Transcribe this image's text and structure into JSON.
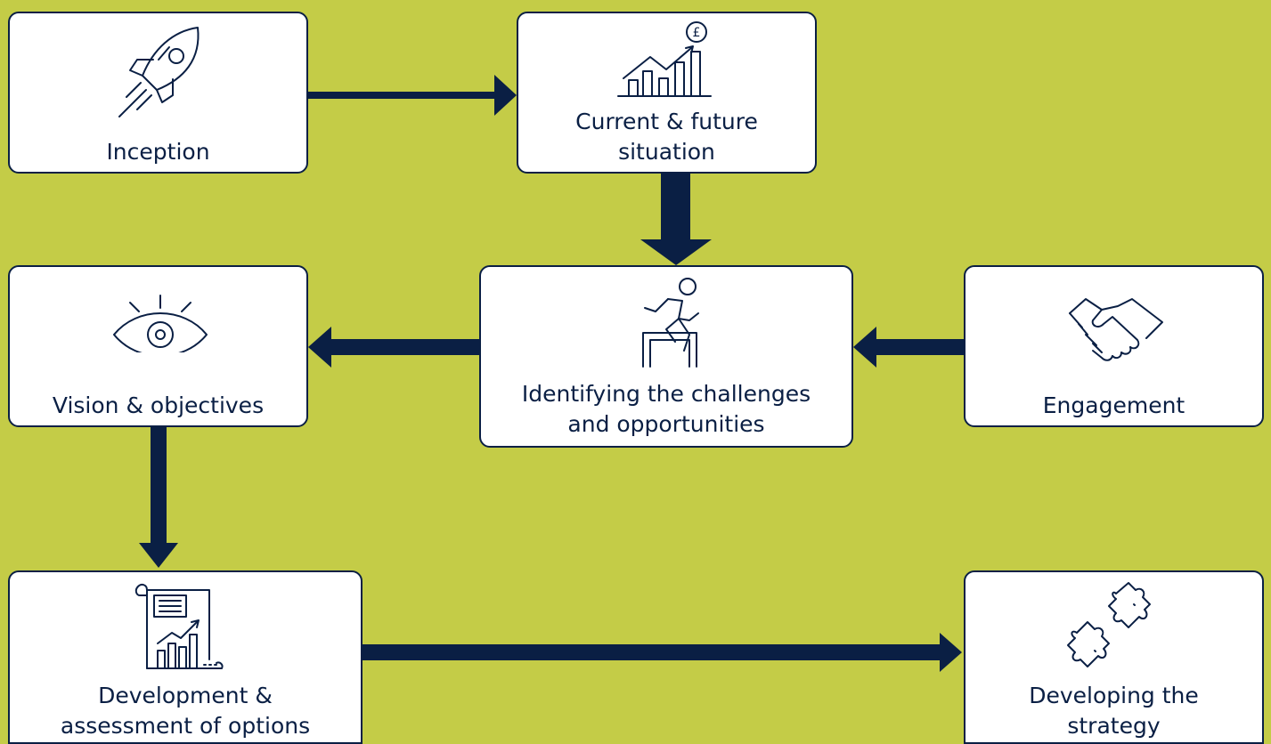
{
  "colors": {
    "background": "#c4cc47",
    "box_fill": "#ffffff",
    "navy": "#0a1f44"
  },
  "steps": {
    "inception": {
      "label": "Inception",
      "icon": "rocket-icon"
    },
    "current_future": {
      "label_line1": "Current & future",
      "label_line2": "situation",
      "icon": "growth-chart-pound-icon",
      "icon_symbol": "£"
    },
    "challenges": {
      "label_line1": "Identifying the challenges",
      "label_line2": "and opportunities",
      "icon": "hurdle-runner-icon"
    },
    "engagement": {
      "label": "Engagement",
      "icon": "handshake-icon"
    },
    "vision": {
      "label": "Vision & objectives",
      "icon": "eye-icon"
    },
    "development": {
      "label_line1": "Development &",
      "label_line2": "assessment of options",
      "icon": "report-chart-document-icon"
    },
    "strategy": {
      "label_line1": "Developing the",
      "label_line2": "strategy",
      "icon": "puzzle-pieces-icon"
    }
  },
  "connections": [
    {
      "from": "Inception",
      "to": "Current & future situation"
    },
    {
      "from": "Current & future situation",
      "to": "Identifying the challenges and opportunities"
    },
    {
      "from": "Engagement",
      "to": "Identifying the challenges and opportunities"
    },
    {
      "from": "Identifying the challenges and opportunities",
      "to": "Vision & objectives"
    },
    {
      "from": "Vision & objectives",
      "to": "Development & assessment of options"
    },
    {
      "from": "Development & assessment of options",
      "to": "Developing the strategy"
    }
  ]
}
